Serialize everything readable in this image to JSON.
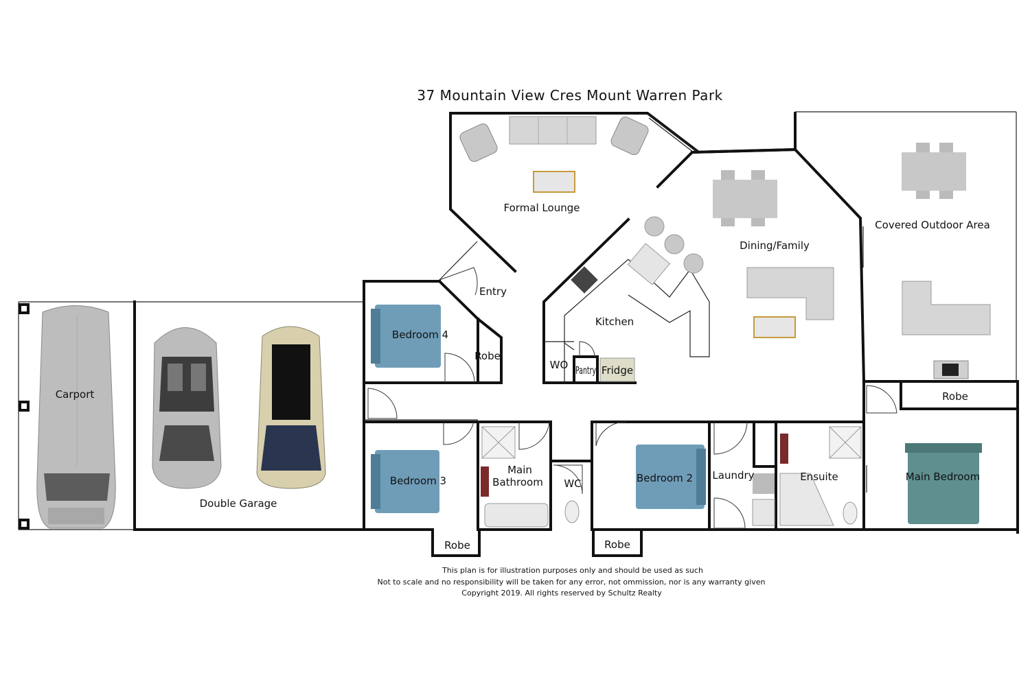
{
  "title": "37 Mountain View Cres Mount Warren Park",
  "rooms": {
    "carport": "Carport",
    "double_garage": "Double Garage",
    "formal_lounge": "Formal Lounge",
    "entry": "Entry",
    "dining_family": "Dining/Family",
    "kitchen": "Kitchen",
    "covered_outdoor": "Covered Outdoor Area",
    "bedroom4": "Bedroom 4",
    "robe_b4": "Robe",
    "wo": "WO",
    "pantry": "Pantry",
    "fridge": "Fridge",
    "robe_main": "Robe",
    "bedroom3": "Bedroom 3",
    "main_bathroom_1": "Main",
    "main_bathroom_2": "Bathroom",
    "wc": "WC",
    "bedroom2": "Bedroom 2",
    "laundry": "Laundry",
    "ensuite": "Ensuite",
    "main_bedroom": "Main Bedroom",
    "robe_b3": "Robe",
    "robe_b2": "Robe"
  },
  "disclaimer": {
    "line1": "This plan is for illustration purposes only and should be used as such",
    "line2": "Not to scale and no responsibility will be taken for any error, not ommission, nor is any warranty given",
    "line3": "Copyright 2019.  All rights reserved by Schultz Realty"
  },
  "colors": {
    "bed": "#6f9db8",
    "bed_main": "#5f8f8f",
    "furniture": "#c9c9c9",
    "car_silver": "#b9b9b9",
    "car_gold": "#d8d0ad"
  }
}
